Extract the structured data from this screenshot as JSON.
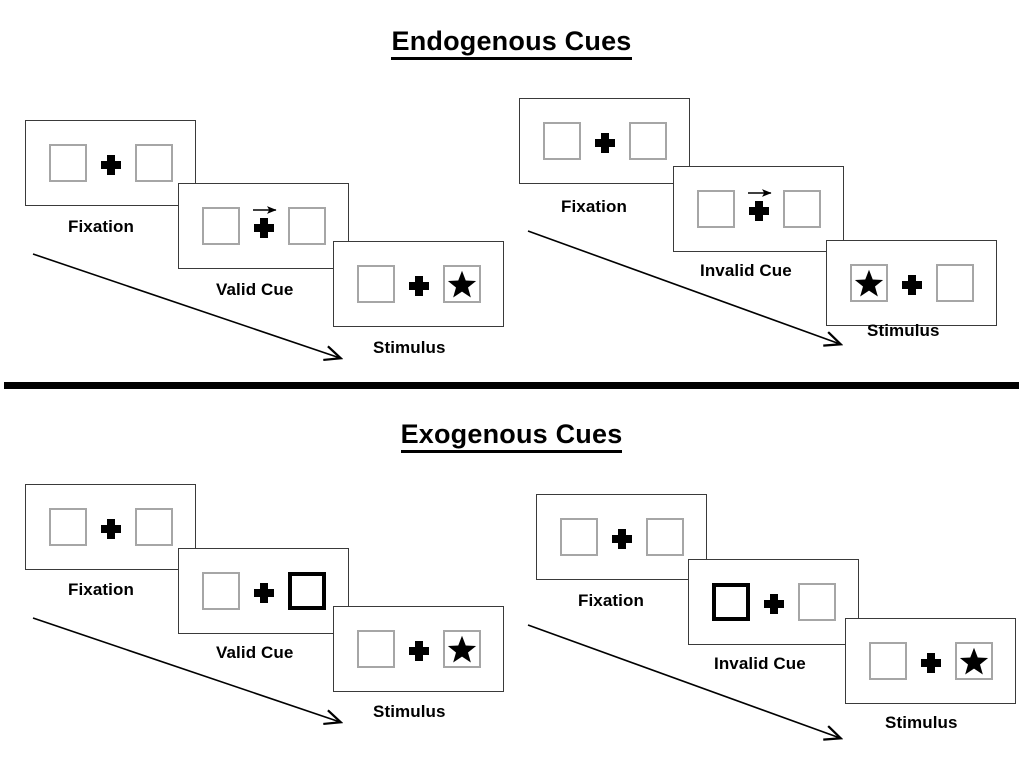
{
  "figure": {
    "title_endogenous": "Endogenous Cues",
    "title_exogenous": "Exogenous Cues"
  },
  "sections": [
    {
      "id": "endogenous",
      "heading": "Endogenous Cues",
      "sequences": [
        {
          "id": "endogenous-valid",
          "cue_type": "arrow",
          "panels": [
            {
              "caption": "Fixation",
              "left_box": "empty",
              "right_box": "empty",
              "cue": "none"
            },
            {
              "caption": "Valid Cue",
              "left_box": "empty",
              "right_box": "empty",
              "cue": "arrow-right"
            },
            {
              "caption": "Stimulus",
              "left_box": "empty",
              "right_box": "star",
              "cue": "none"
            }
          ]
        },
        {
          "id": "endogenous-invalid",
          "cue_type": "arrow",
          "panels": [
            {
              "caption": "Fixation",
              "left_box": "empty",
              "right_box": "empty",
              "cue": "none"
            },
            {
              "caption": "Invalid Cue",
              "left_box": "empty",
              "right_box": "empty",
              "cue": "arrow-right"
            },
            {
              "caption": "Stimulus",
              "left_box": "star",
              "right_box": "empty",
              "cue": "none"
            }
          ]
        }
      ]
    },
    {
      "id": "exogenous",
      "heading": "Exogenous Cues",
      "sequences": [
        {
          "id": "exogenous-valid",
          "cue_type": "box-flash",
          "panels": [
            {
              "caption": "Fixation",
              "left_box": "empty",
              "right_box": "empty",
              "cue": "none"
            },
            {
              "caption": "Valid Cue",
              "left_box": "empty",
              "right_box": "cued",
              "cue": "right-box-highlight"
            },
            {
              "caption": "Stimulus",
              "left_box": "empty",
              "right_box": "star",
              "cue": "none"
            }
          ]
        },
        {
          "id": "exogenous-invalid",
          "cue_type": "box-flash",
          "panels": [
            {
              "caption": "Fixation",
              "left_box": "empty",
              "right_box": "empty",
              "cue": "none"
            },
            {
              "caption": "Invalid Cue",
              "left_box": "cued",
              "right_box": "empty",
              "cue": "left-box-highlight"
            },
            {
              "caption": "Stimulus",
              "left_box": "empty",
              "right_box": "star",
              "cue": "none"
            }
          ]
        }
      ]
    }
  ],
  "icons": {
    "fixation_cross": "plus-icon",
    "target": "star-icon",
    "endogenous_cue": "arrow-right-icon",
    "timeline": "time-arrow-icon"
  },
  "colors": {
    "ink": "#000000",
    "panel_border": "#3a3a3a",
    "box_border": "#a6a6a6",
    "cued_box_border": "#000000",
    "background": "#ffffff"
  }
}
